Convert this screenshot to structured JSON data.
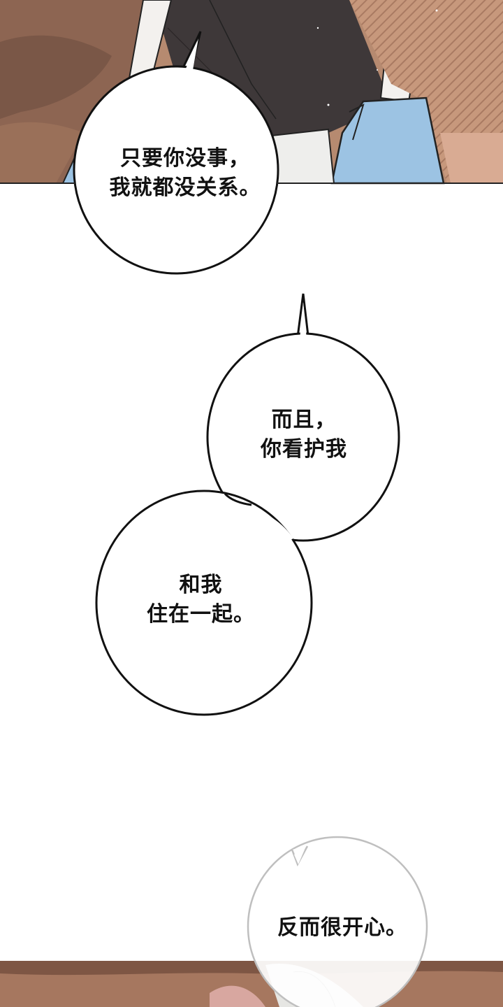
{
  "panels": {
    "top": {
      "description_colors": {
        "skin": "#b98a6e",
        "shadow": "#3a3434",
        "sleeve": "#9cc4e6",
        "stripes": "#c99b80"
      }
    },
    "bottom": {
      "description_colors": {
        "skin": "#a6775f",
        "hair": "#e8e8e6"
      }
    }
  },
  "bubbles": [
    {
      "lines": [
        "只要你没事，",
        "我就都没关系。"
      ]
    },
    {
      "lines": [
        "而且，",
        "你看护我"
      ]
    },
    {
      "lines": [
        "和我",
        "住在一起。"
      ]
    },
    {
      "lines": [
        "反而很开心。"
      ]
    }
  ]
}
